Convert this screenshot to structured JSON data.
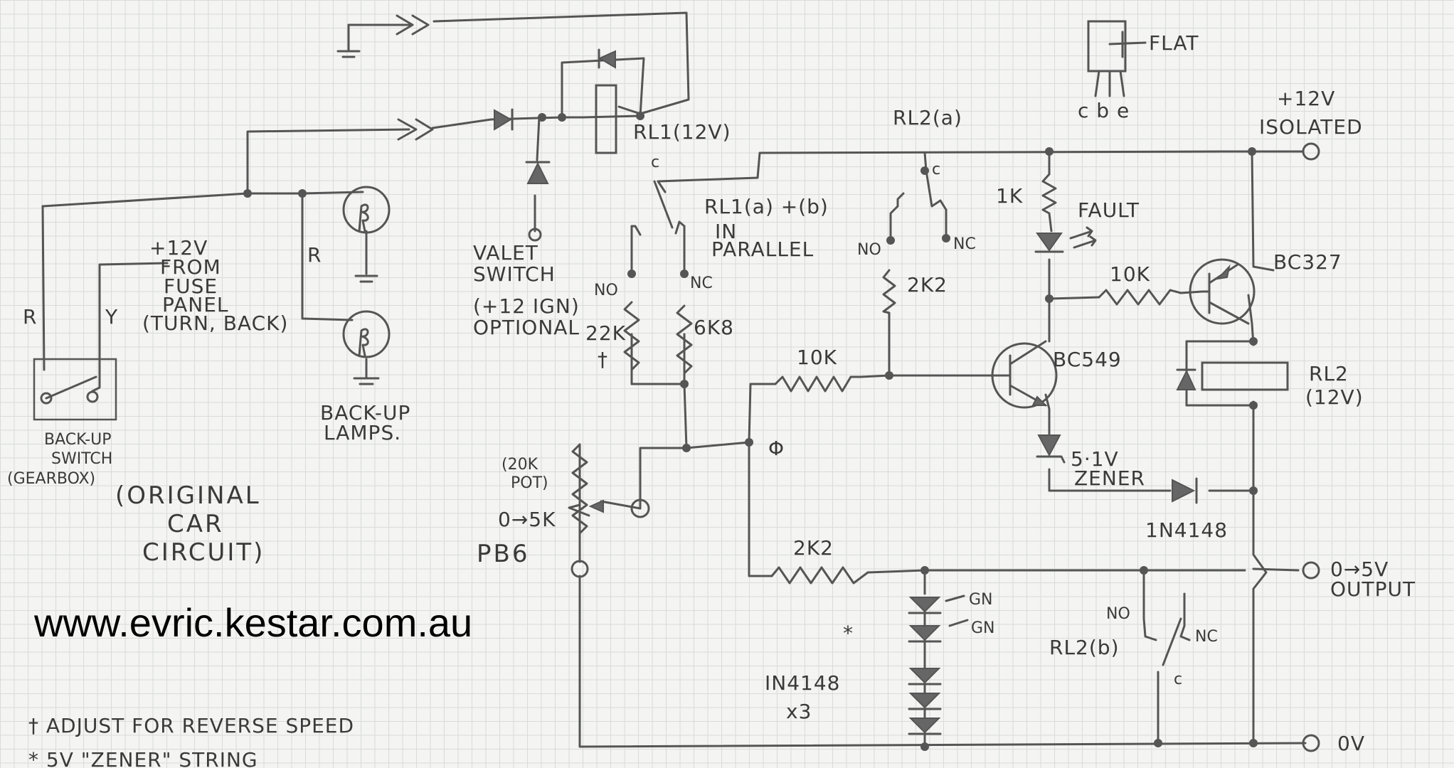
{
  "labels": {
    "flat": "FLAT",
    "cbe": "c b e",
    "plus12_isolated_1": "+12V",
    "plus12_isolated_2": "ISOLATED",
    "rl2a": "RL2(a)",
    "rl1": "RL1(12V)",
    "c_rl1": "c",
    "c_rl2a": "c",
    "rl1_parallel_1": "RL1(a) +(b)",
    "rl1_parallel_2": "IN",
    "rl1_parallel_3": "PARALLEL",
    "no_rl2a": "NO",
    "nc_rl2a": "NC",
    "one_k": "1K",
    "fault": "FAULT",
    "bc327": "BC327",
    "ten_k_top": "10K",
    "two_k2_top": "2K2",
    "bc549": "BC549",
    "valet_1": "VALET",
    "valet_2": "SWITCH",
    "valet_3": "(+12 IGN)",
    "valet_4": "OPTIONAL",
    "no_rl1": "NO",
    "nc_rl1": "NC",
    "r22k": "22K",
    "dagger": "†",
    "r6k8": "6K8",
    "ten_k_mid": "10K",
    "plus12_fuse_1": "+12V",
    "plus12_fuse_2": "FROM",
    "plus12_fuse_3": "FUSE",
    "plus12_fuse_4": "PANEL",
    "plus12_fuse_5": "(TURN, BACK)",
    "r_left": "R",
    "y_left": "Y",
    "r_mid": "R",
    "backup_lamps_1": "BACK-UP",
    "backup_lamps_2": "LAMPS.",
    "backup_switch_1": "BACK-UP",
    "backup_switch_2": "SWITCH",
    "backup_switch_3": "(GEARBOX)",
    "original_1": "(ORIGINAL",
    "original_2": "CAR",
    "original_3": "CIRCUIT)",
    "pot_1": "(20K",
    "pot_2": "POT)",
    "zero_5k": "0→5K",
    "pb6": "PB6",
    "phi": "Φ",
    "rl2_1": "RL2",
    "rl2_2": "(12V)",
    "zener_1": "5·1V",
    "zener_2": "ZENER",
    "in4148_1": "1N4148",
    "two_k2_bottom": "2K2",
    "out_1": "0→5V",
    "out_2": "OUTPUT",
    "gn1": "GN",
    "gn2": "GN",
    "asterisk": "*",
    "in4148_x3_1": "IN4148",
    "in4148_x3_2": "x3",
    "no_rl2b": "NO",
    "nc_rl2b": "NC",
    "rl2b": "RL2(b)",
    "c_rl2b": "c",
    "zero_v": "0V",
    "url": "www.evric.kestar.com.au",
    "footnote_1": "† ADJUST FOR REVERSE SPEED",
    "footnote_2": "* 5V \"ZENER\" STRING"
  }
}
